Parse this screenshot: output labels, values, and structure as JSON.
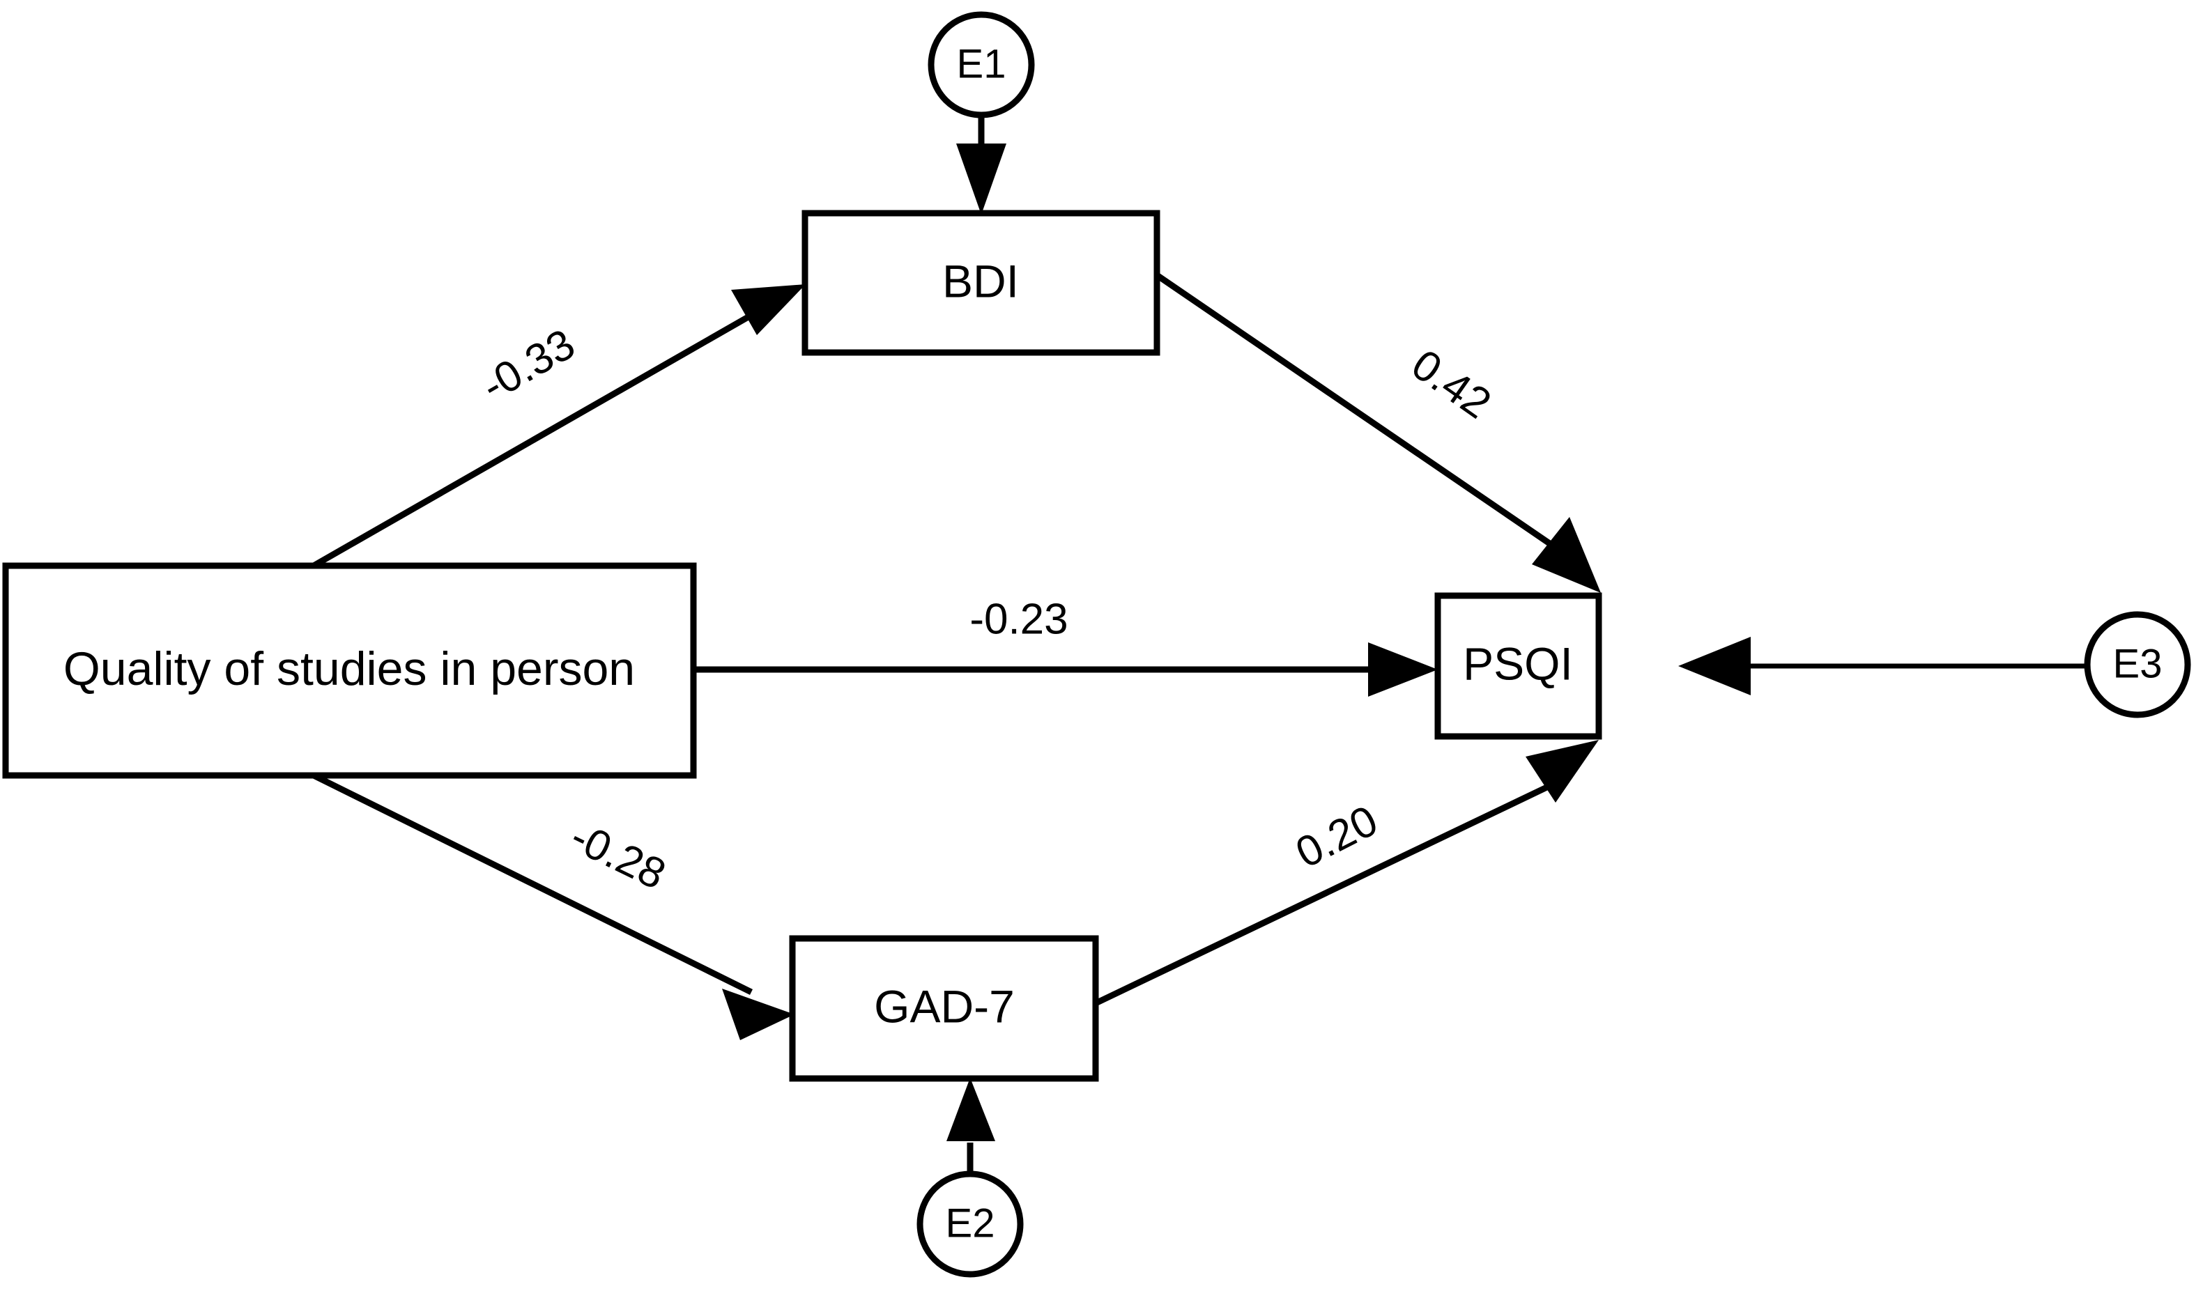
{
  "figure": {
    "type": "path-diagram",
    "description": "Structural equation model / mediation path diagram",
    "background_color": "#ffffff",
    "line_color": "#000000"
  },
  "nodes": {
    "predictor": {
      "id": "quality",
      "label": "Quality of studies in person",
      "shape": "rectangle"
    },
    "mediator_top": {
      "id": "bdi",
      "label": "BDI",
      "shape": "rectangle"
    },
    "mediator_bottom": {
      "id": "gad7",
      "label": "GAD-7",
      "shape": "rectangle"
    },
    "outcome": {
      "id": "psqi",
      "label": "PSQI",
      "shape": "rectangle"
    },
    "errors": [
      {
        "id": "e1",
        "label": "E1",
        "shape": "circle",
        "target": "bdi"
      },
      {
        "id": "e2",
        "label": "E2",
        "shape": "circle",
        "target": "gad7"
      },
      {
        "id": "e3",
        "label": "E3",
        "shape": "circle",
        "target": "psqi"
      }
    ]
  },
  "chart_data": {
    "type": "diagram",
    "title": "",
    "paths": [
      {
        "from": "Quality of studies in person",
        "to": "BDI",
        "coefficient": "-0.33",
        "value": -0.33
      },
      {
        "from": "BDI",
        "to": "PSQI",
        "coefficient": "0.42",
        "value": 0.42
      },
      {
        "from": "Quality of studies in person",
        "to": "PSQI",
        "coefficient": "-0.23",
        "value": -0.23
      },
      {
        "from": "Quality of studies in person",
        "to": "GAD-7",
        "coefficient": "-0.28",
        "value": -0.28
      },
      {
        "from": "GAD-7",
        "to": "PSQI",
        "coefficient": "0.20",
        "value": 0.2
      },
      {
        "from": "E1",
        "to": "BDI",
        "coefficient": "",
        "value": null
      },
      {
        "from": "E2",
        "to": "GAD-7",
        "coefficient": "",
        "value": null
      },
      {
        "from": "E3",
        "to": "PSQI",
        "coefficient": "",
        "value": null
      }
    ]
  },
  "edge_labels": {
    "quality_to_bdi": "-0.33",
    "bdi_to_psqi": "0.42",
    "quality_to_psqi": "-0.23",
    "quality_to_gad7": "-0.28",
    "gad7_to_psqi": "0.20"
  }
}
